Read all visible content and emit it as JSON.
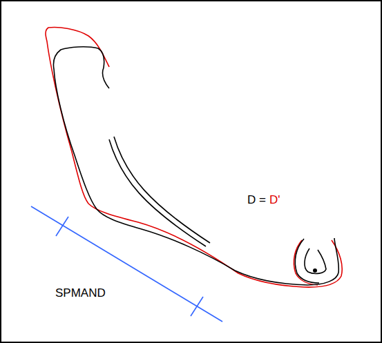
{
  "diagram": {
    "labels": [
      "D =",
      "D'",
      "SPMAND"
    ]
  }
}
